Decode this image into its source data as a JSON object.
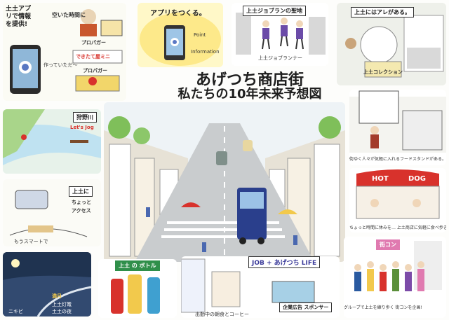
{
  "title": {
    "line1": "あげつち商店街",
    "line2": "私たちの10年未来予想図"
  },
  "panels": {
    "app_info": {
      "heading": "土土アプリで情報を提供!",
      "note1": "空いた時間に",
      "note2": "プロパガー",
      "note3": "プロパガー",
      "note4": "できたて屋ミニ",
      "note5": "作っていただ〜"
    },
    "app_make": {
      "heading": "アプリをつくる。",
      "note1": "Point",
      "note2": "Information"
    },
    "jogging": {
      "heading": "上土ジョブランの聖地",
      "note1": "上土ジョブランナー"
    },
    "town_shops": {
      "heading": "上土にはアレがある。",
      "note1": "上土コレクション"
    },
    "river": {
      "heading": "狩野川",
      "note1": "Let's Jog"
    },
    "phone_signs": {
      "note1": "上土に",
      "note2": "ちょっと",
      "note3": "アクセス",
      "caption": "もうスマートで"
    },
    "food_stand": {
      "caption": "街ゆく人々が気軽に入れるフードスタンドがある。"
    },
    "hotdog": {
      "sign1": "HOT",
      "sign2": "DOG",
      "caption": "ちょっと時間に休みを… 上土商店に気軽に食べ歩き"
    },
    "night": {
      "heading": "満月",
      "note1": "上土灯篭",
      "note2": "土土の夜",
      "note3": "ニキビ"
    },
    "bottles": {
      "heading": "上土 の ボトル"
    },
    "job_life": {
      "banner": "JOB + あげつち LIFE",
      "label": "企業広告 スポンサー",
      "caption": "出勤中の朝食とコーヒー"
    },
    "group": {
      "heading": "街コン",
      "caption": "グループで上土を練り歩く 街コンを企画!"
    }
  },
  "colors": {
    "accent_red": "#d8322c",
    "accent_blue": "#2a5aa0",
    "accent_yellow": "#f2c94c",
    "sky": "#bfe2f1"
  }
}
